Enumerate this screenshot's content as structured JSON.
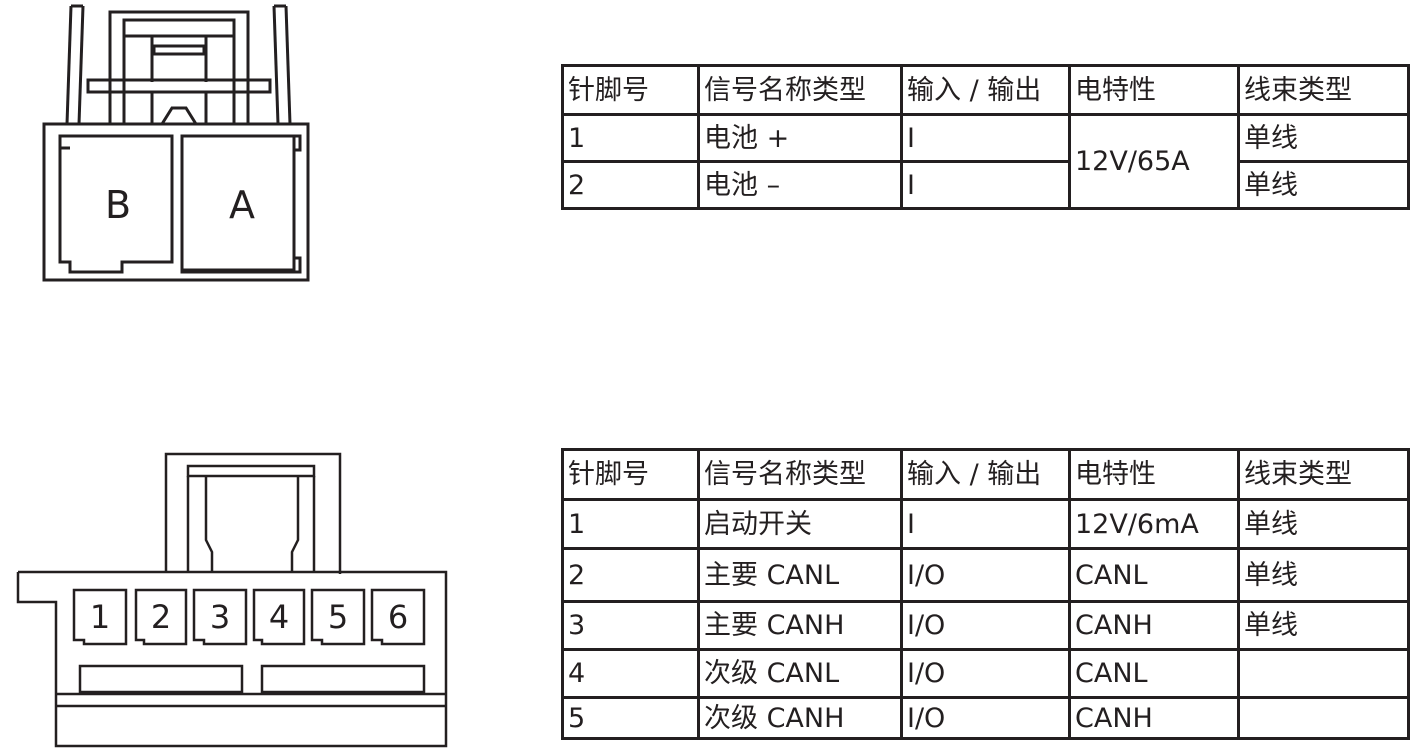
{
  "connector_a": {
    "cavity_labels": [
      "B",
      "A"
    ]
  },
  "connector_b": {
    "pin_labels": [
      "1",
      "2",
      "3",
      "4",
      "5",
      "6"
    ]
  },
  "table_a": {
    "headers": [
      "针脚号",
      "信号名称类型",
      "输入 / 输出",
      "电特性",
      "线束类型"
    ],
    "rows": [
      {
        "pin": "1",
        "signal": "电池 +",
        "io": "I",
        "wire": "单线"
      },
      {
        "pin": "2",
        "signal": "电池 –",
        "io": "I",
        "wire": "单线"
      }
    ],
    "electrical": "12V/65A"
  },
  "table_b": {
    "headers": [
      "针脚号",
      "信号名称类型",
      "输入 / 输出",
      "电特性",
      "线束类型"
    ],
    "rows": [
      {
        "pin": "1",
        "signal": "启动开关",
        "io": "I",
        "elec": "12V/6mA",
        "wire": "单线"
      },
      {
        "pin": "2",
        "signal": "主要 CANL",
        "io": "I/O",
        "elec": "CANL",
        "wire": "单线"
      },
      {
        "pin": "3",
        "signal": "主要 CANH",
        "io": "I/O",
        "elec": "CANH",
        "wire": "单线"
      },
      {
        "pin": "4",
        "signal": "次级 CANL",
        "io": "I/O",
        "elec": "CANL",
        "wire": ""
      },
      {
        "pin": "5",
        "signal": "次级 CANH",
        "io": "I/O",
        "elec": "CANH",
        "wire": ""
      }
    ]
  }
}
